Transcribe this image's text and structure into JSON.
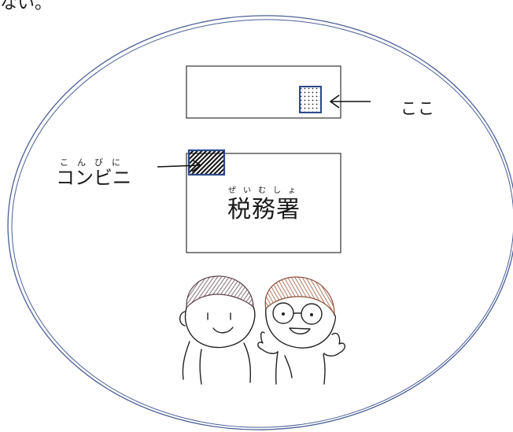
{
  "caption_top": "ない。",
  "labels": {
    "here": "ここ",
    "conbini": "コンビニ",
    "conbini_ruby": "こんびに",
    "tax_office": "税務署",
    "tax_office_ruby": "ぜいむしょ"
  },
  "colors": {
    "ellipse_stroke": "#4a5f97",
    "marker_border": "#2e4a8a",
    "ink": "#222222",
    "left_hair": "#6a4e55",
    "right_hair": "#a0583a"
  }
}
